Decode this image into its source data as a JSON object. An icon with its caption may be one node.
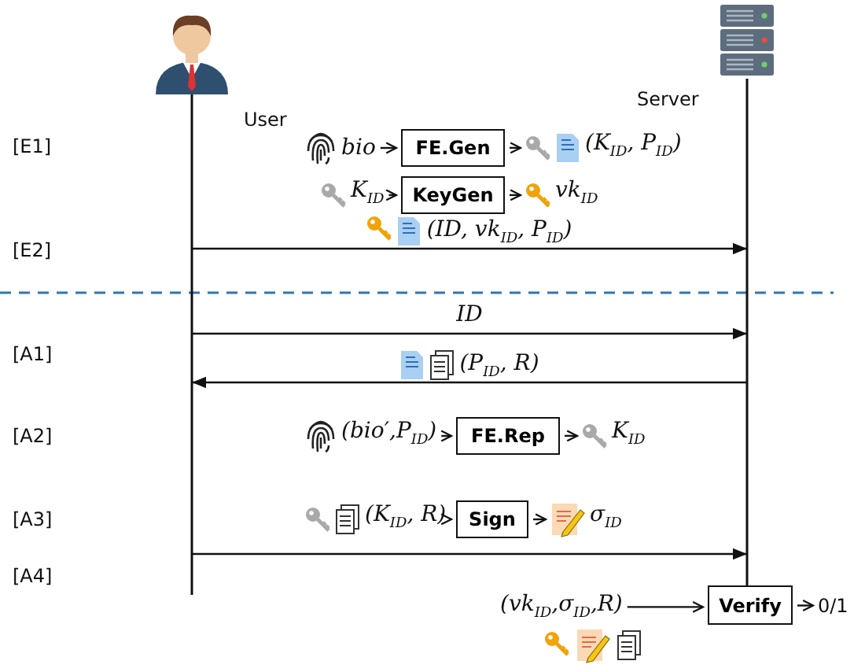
{
  "diagram": {
    "nodes": [
      {
        "text": [
          "User"
        ]
      },
      {
        "text": [
          "Server"
        ]
      },
      {
        "text": [
          "FE.Gen"
        ]
      },
      {
        "text": [
          "KeyGen"
        ]
      },
      {
        "text": [
          "FE.Rep"
        ]
      },
      {
        "text": [
          "Sign"
        ]
      },
      {
        "text": [
          "Verify"
        ]
      },
      {
        "text": [
          "bio"
        ]
      },
      {
        "text": [
          "(K$_{ID}$, P$_{ID}$)"
        ]
      },
      {
        "text": [
          "K$_{ID}$"
        ]
      },
      {
        "text": [
          "vk$_{ID}$"
        ]
      },
      {
        "text": [
          "(bio′,P$_{ID}$)"
        ]
      },
      {
        "text": [
          "K$_{ID}$"
        ]
      },
      {
        "text": [
          "(K$_{ID}$, R)"
        ]
      },
      {
        "text": [
          "σ$_{ID}$"
        ]
      },
      {
        "text": [
          "(vk$_{ID}$,σ$_{ID}$,R)"
        ]
      },
      {
        "text": [
          "0/1"
        ]
      }
    ],
    "edges": [
      {
        "from": 7,
        "to": 2,
        "arrow": "to"
      },
      {
        "from": 2,
        "to": 8,
        "arrow": "to"
      },
      {
        "from": 9,
        "to": 3,
        "arrow": "to"
      },
      {
        "from": 3,
        "to": 10,
        "arrow": "to"
      },
      {
        "from": 0,
        "to": 1,
        "arrow": "to",
        "label": "(ID, vk$_{ID}$, P$_{ID}$)"
      },
      {
        "from": 0,
        "to": 1,
        "arrow": "to",
        "label": "ID"
      },
      {
        "from": 1,
        "to": 0,
        "arrow": "to",
        "label": "(P$_{ID}$, R)"
      },
      {
        "from": 11,
        "to": 4,
        "arrow": "to"
      },
      {
        "from": 4,
        "to": 12,
        "arrow": "to"
      },
      {
        "from": 13,
        "to": 5,
        "arrow": "to"
      },
      {
        "from": 5,
        "to": 14,
        "arrow": "to"
      },
      {
        "from": 0,
        "to": 1,
        "arrow": "to"
      },
      {
        "from": 15,
        "to": 6,
        "arrow": "to"
      },
      {
        "from": 6,
        "to": 16,
        "arrow": "to"
      }
    ],
    "labels": [
      "[E1]",
      "[E2]",
      "[A1]",
      "[A2]",
      "[A3]",
      "[A4]"
    ]
  }
}
